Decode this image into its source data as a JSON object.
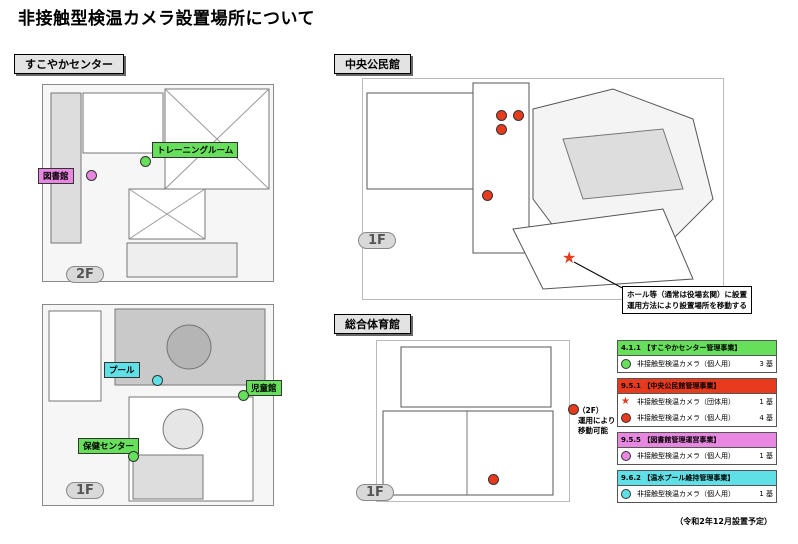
{
  "title": "非接触型検温カメラ設置場所について",
  "sections": {
    "sukoyaka": "すこやかセンター",
    "chuo": "中央公民館",
    "sogo": "総合体育館"
  },
  "floors": {
    "f2": "2F",
    "f1": "1F"
  },
  "tags": {
    "training": "トレーニングルーム",
    "library": "図書館",
    "pool": "プール",
    "jidokan": "児童館",
    "hoken": "保健センター"
  },
  "callout": {
    "line1": "ホール等（通常は役場玄関）に設置",
    "line2": "運用方法により設置場所を移動する"
  },
  "gym_note": {
    "line1": "（2F）",
    "line2": "運用により",
    "line3": "移動可能"
  },
  "legend": [
    {
      "header": "4.1.1 【すこやかセンター管理事業】",
      "color": "#66e05a",
      "rows": [
        {
          "icon": "dot",
          "color": "#66e05a",
          "name": "非接触型検温カメラ（個人用）",
          "count": "3 基"
        }
      ]
    },
    {
      "header": "9.5.1 【中央公民館管理事業】",
      "color": "#e83a1c",
      "rows": [
        {
          "icon": "star",
          "color": "#e83a1c",
          "name": "非接触型検温カメラ（団体用）",
          "count": "1 基"
        },
        {
          "icon": "dot",
          "color": "#e83a1c",
          "name": "非接触型検温カメラ（個人用）",
          "count": "4 基"
        }
      ]
    },
    {
      "header": "9.5.5 【図書館管理運営事業】",
      "color": "#e887e0",
      "rows": [
        {
          "icon": "dot",
          "color": "#e887e0",
          "name": "非接触型検温カメラ（個人用）",
          "count": "1 基"
        }
      ]
    },
    {
      "header": "9.6.2 【温水プール維持管理事業】",
      "color": "#5ee0e6",
      "rows": [
        {
          "icon": "dot",
          "color": "#5ee0e6",
          "name": "非接触型検温カメラ（個人用）",
          "count": "1 基"
        }
      ]
    }
  ],
  "footnote": "（令和2年12月設置予定）"
}
